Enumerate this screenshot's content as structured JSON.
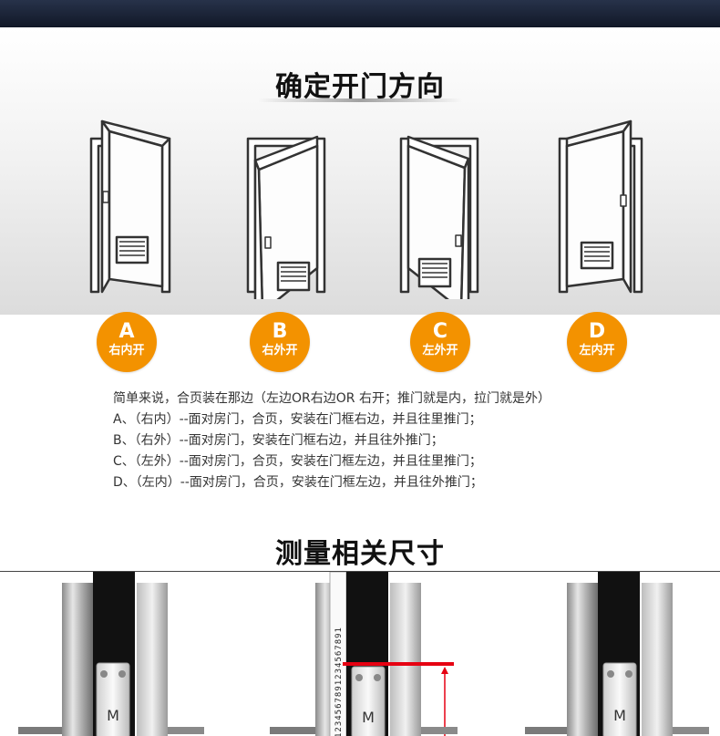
{
  "section1": {
    "title": "确定开门方向",
    "options": [
      {
        "letter": "A",
        "label": "右内开"
      },
      {
        "letter": "B",
        "label": "右外开"
      },
      {
        "letter": "C",
        "label": "左外开"
      },
      {
        "letter": "D",
        "label": "左内开"
      }
    ],
    "lines": [
      "简单来说，合页装在那边（左边OR右边OR 右开；推门就是内，拉门就是外）",
      "A、（右内）--面对房门，合页，安装在门框右边，并且往里推门；",
      "B、（右外）--面对房门，安装在门框右边，并且往外推门；",
      "C、（左外）--面对房门，合页，安装在门框左边，并且往里推门；",
      "D、（左内）--面对房门，合页，安装在门框左边，并且往外推门；"
    ]
  },
  "section2": {
    "title": "测量相关尺寸",
    "ruler_digits": "1234567891234567891",
    "brand_mark": "M"
  },
  "colors": {
    "accent": "#f39200",
    "header_bar": "#1b2335",
    "measure_line": "#e60012"
  }
}
